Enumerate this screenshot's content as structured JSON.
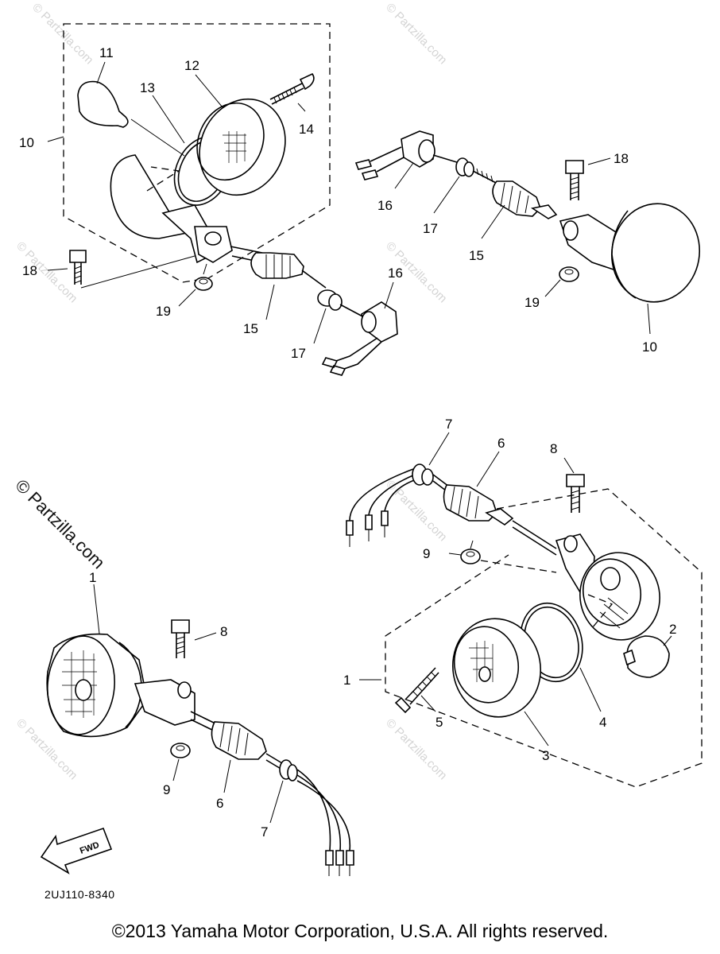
{
  "callouts": {
    "c1a": "1",
    "c1b": "1",
    "c2": "2",
    "c3": "3",
    "c4": "4",
    "c5": "5",
    "c6a": "6",
    "c6b": "6",
    "c7a": "7",
    "c7b": "7",
    "c8a": "8",
    "c8b": "8",
    "c9a": "9",
    "c9b": "9",
    "c10a": "10",
    "c10b": "10",
    "c11": "11",
    "c12": "12",
    "c13": "13",
    "c14": "14",
    "c15a": "15",
    "c15b": "15",
    "c16a": "16",
    "c16b": "16",
    "c17a": "17",
    "c17b": "17",
    "c18a": "18",
    "c18b": "18",
    "c19a": "19",
    "c19b": "19"
  },
  "fwd_label": "FWD",
  "diagram_code": "2UJ110-8340",
  "watermark": "© Partzilla.com",
  "watermark_short": "© Partzilla.com",
  "copyright": "©2013 Yamaha Motor Corporation, U.S.A. All rights reserved."
}
